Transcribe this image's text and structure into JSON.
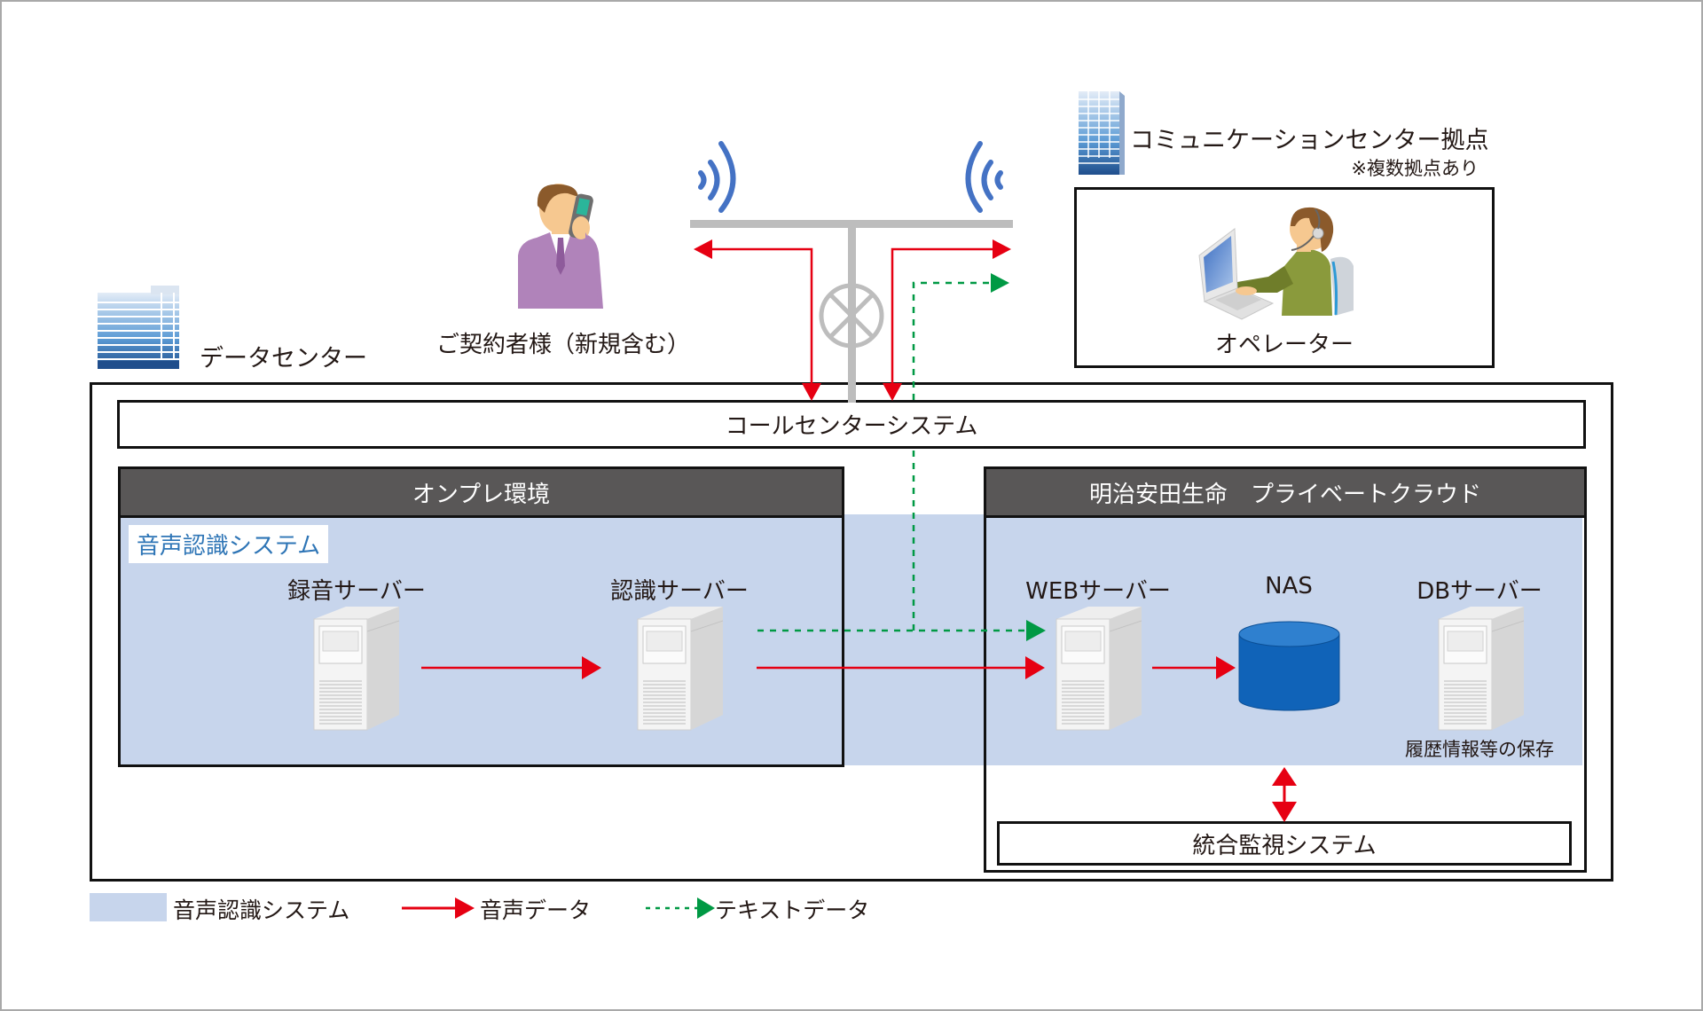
{
  "sites": {
    "datacenter": {
      "label": "データセンター"
    },
    "customer": {
      "label": "ご契約者様（新規含む）"
    },
    "comm_center": {
      "label": "コミュニケーションセンター拠点",
      "note": "※複数拠点あり"
    },
    "operator": {
      "label": "オペレーター"
    }
  },
  "systems": {
    "call_center": {
      "label": "コールセンターシステム"
    },
    "onprem": {
      "header": "オンプレ環境",
      "group_label": "音声認識システム",
      "servers": [
        {
          "label": "録音サーバー",
          "icon": "server-icon"
        },
        {
          "label": "認識サーバー",
          "icon": "server-icon"
        }
      ]
    },
    "private_cloud": {
      "header": "明治安田生命　プライベートクラウド",
      "nodes": [
        {
          "label": "WEBサーバー",
          "icon": "server-icon"
        },
        {
          "label": "NAS",
          "icon": "database-icon"
        },
        {
          "label": "DBサーバー",
          "icon": "server-icon",
          "caption": "履歴情報等の保存"
        }
      ],
      "monitoring": {
        "label": "統合監視システム"
      }
    }
  },
  "flows": [
    {
      "from": "recording-server",
      "to": "recognition-server",
      "type": "voice"
    },
    {
      "from": "recognition-server",
      "to": "web-server",
      "type": "voice"
    },
    {
      "from": "recognition-server",
      "to": "web-server",
      "type": "text"
    },
    {
      "from": "recognition-server",
      "to": "operator",
      "type": "text"
    },
    {
      "from": "web-server",
      "to": "nas",
      "type": "voice"
    },
    {
      "from": "private-cloud",
      "to": "monitoring",
      "type": "voice",
      "bidirectional": true
    },
    {
      "from": "call-center",
      "to": "customer",
      "type": "voice",
      "bidirectional": true
    },
    {
      "from": "call-center",
      "to": "operator",
      "type": "voice",
      "bidirectional": true
    }
  ],
  "legend": {
    "items": [
      {
        "label": "音声認識システム",
        "kind": "area"
      },
      {
        "label": "音声データ",
        "kind": "solid-arrow"
      },
      {
        "label": "テキストデータ",
        "kind": "dashed-arrow"
      }
    ]
  },
  "colors": {
    "voice": "#e60012",
    "text": "#009944",
    "speech_area": "#c7d5ec",
    "header": "#595757",
    "signal": "#4472c4",
    "tower": "#bdbdbd",
    "nas": "#1063b8",
    "group_label": "#2e75b6"
  }
}
